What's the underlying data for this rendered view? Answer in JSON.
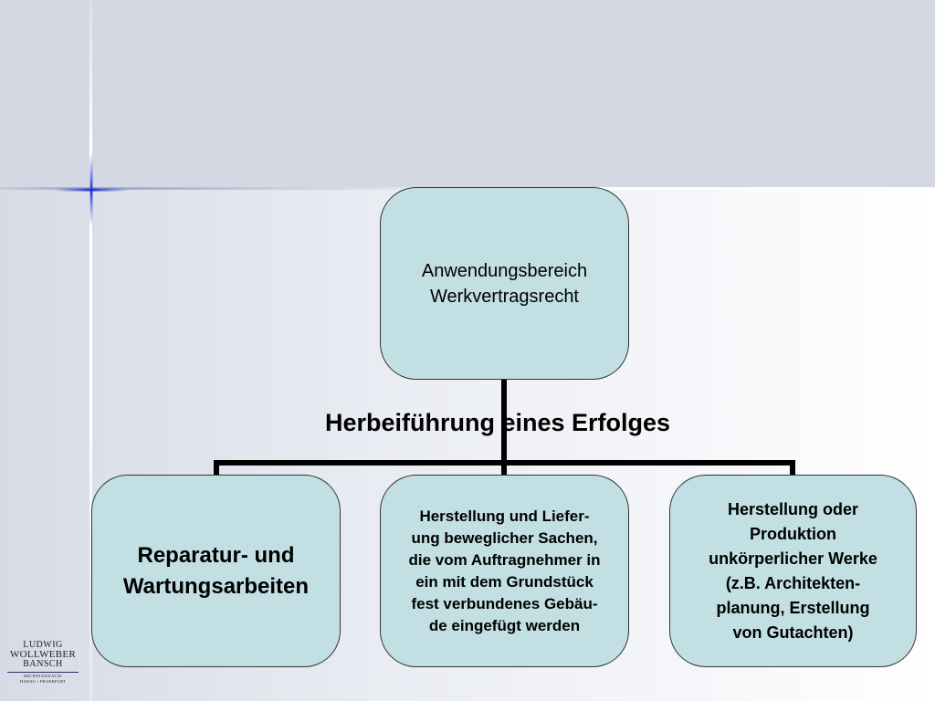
{
  "diagram": {
    "root": {
      "label": "Anwendungsbereich\nWerkvertragsrecht"
    },
    "subtitle": "Herbeiführung eines Erfolges",
    "children": [
      {
        "label": "Reparatur- und\nWartungsarbeiten"
      },
      {
        "label": "Herstellung und Liefer-\nung beweglicher Sachen,\ndie vom Auftragnehmer in\nein mit dem Grundstück\nfest verbundenes Gebäu-\nde eingefügt werden"
      },
      {
        "label": "Herstellung oder\nProduktion\nunkörperlicher Werke\n(z.B. Architekten-\nplanung, Erstellung\nvon Gutachten)"
      }
    ]
  },
  "logo": {
    "line1": "LUDWIG",
    "line2": "WOLLWEBER",
    "line3": "BANSCH",
    "line4": "RECHTSANWÄLTE",
    "line5": "HANAU • FRANKFURT"
  },
  "colors": {
    "box_fill": "#c2e0e3",
    "box_border": "#333333",
    "connector": "#000000",
    "top_band": "#d3d8e2",
    "accent_star": "#3344cc"
  }
}
